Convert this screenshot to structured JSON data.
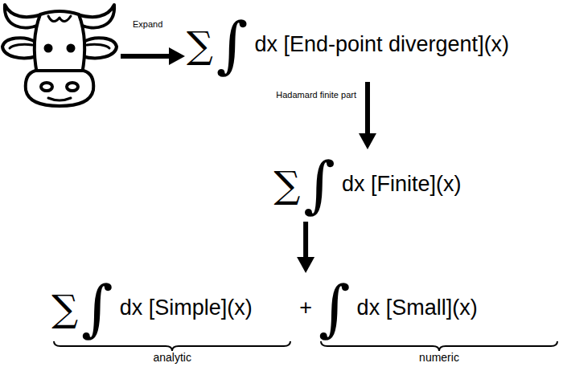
{
  "diagram": {
    "nodes": [
      {
        "text": [
          "∑",
          "∫",
          "dx [End-point divergent](x)"
        ]
      },
      {
        "text": [
          "∑",
          "∫",
          "dx [Finite](x)"
        ]
      },
      {
        "text": [
          "∑",
          "∫",
          "dx [Simple](x)",
          "+",
          "∫",
          "dx [Small](x)",
          "analytic",
          "numeric"
        ]
      }
    ],
    "edges": [
      {
        "from": 0,
        "to": 1,
        "arrow": "to",
        "label": "Hadamard finite part"
      },
      {
        "from": 1,
        "to": 2,
        "arrow": "to"
      }
    ],
    "labels": [
      "Expand"
    ]
  }
}
